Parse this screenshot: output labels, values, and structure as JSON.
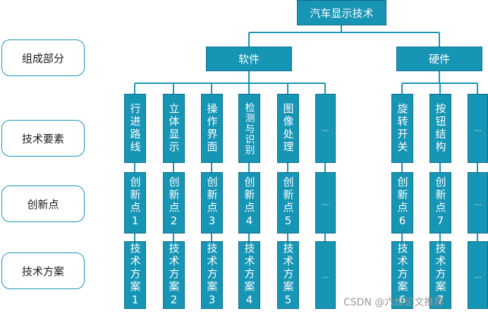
{
  "root": {
    "label": "汽车显示技术"
  },
  "row_labels": [
    "组成部分",
    "技术要素",
    "创新点",
    "技术方案"
  ],
  "groups": [
    {
      "label": "软件",
      "columns": [
        {
          "element": "行进路线",
          "innovation": "创新点1",
          "solution": "技术方案1"
        },
        {
          "element": "立体显示",
          "innovation": "创新点2",
          "solution": "技术方案2"
        },
        {
          "element": "操作界面",
          "innovation": "创新点3",
          "solution": "技术方案3"
        },
        {
          "element": "检测与识别",
          "innovation": "创新点4",
          "solution": "技术方案4"
        },
        {
          "element": "图像处理",
          "innovation": "创新点5",
          "solution": "技术方案5"
        },
        {
          "element": "...",
          "innovation": "...",
          "solution": "..."
        }
      ]
    },
    {
      "label": "硬件",
      "columns": [
        {
          "element": "旋转开关",
          "innovation": "创新点6",
          "solution": "技术方案6"
        },
        {
          "element": "按钮结构",
          "innovation": "创新点7",
          "solution": "技术方案7"
        },
        {
          "element": "...",
          "innovation": "...",
          "solution": "..."
        }
      ]
    }
  ],
  "watermark": "CSDN @六维论文推荐",
  "colors": {
    "box_fill": "#1795b5",
    "line": "#1795b5",
    "label_border": "#1795b5"
  }
}
